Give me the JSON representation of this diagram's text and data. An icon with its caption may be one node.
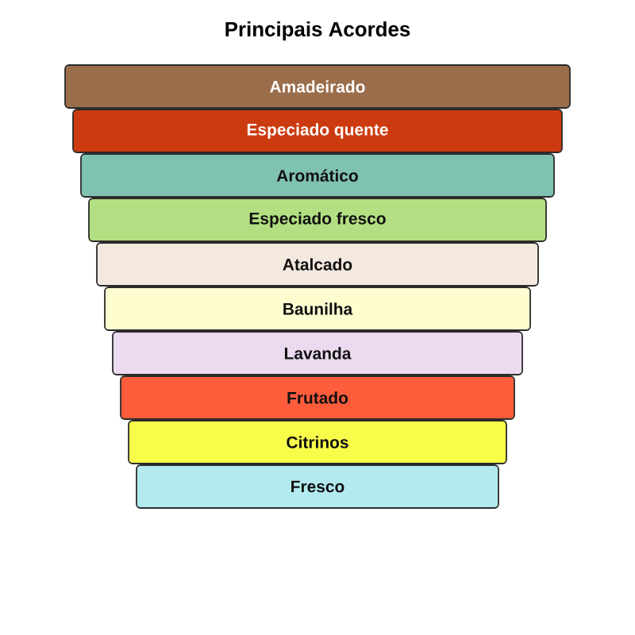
{
  "diagram": {
    "title": "Principais Acordes",
    "nodes": [
      {
        "text": [
          "Amadeirado"
        ]
      },
      {
        "text": [
          "Especiado quente"
        ]
      },
      {
        "text": [
          "Aromático"
        ]
      },
      {
        "text": [
          "Especiado fresco"
        ]
      },
      {
        "text": [
          "Atalcado"
        ]
      },
      {
        "text": [
          "Baunilha"
        ]
      },
      {
        "text": [
          "Lavanda"
        ]
      },
      {
        "text": [
          "Frutado"
        ]
      },
      {
        "text": [
          "Citrinos"
        ]
      },
      {
        "text": [
          "Fresco"
        ]
      }
    ]
  }
}
